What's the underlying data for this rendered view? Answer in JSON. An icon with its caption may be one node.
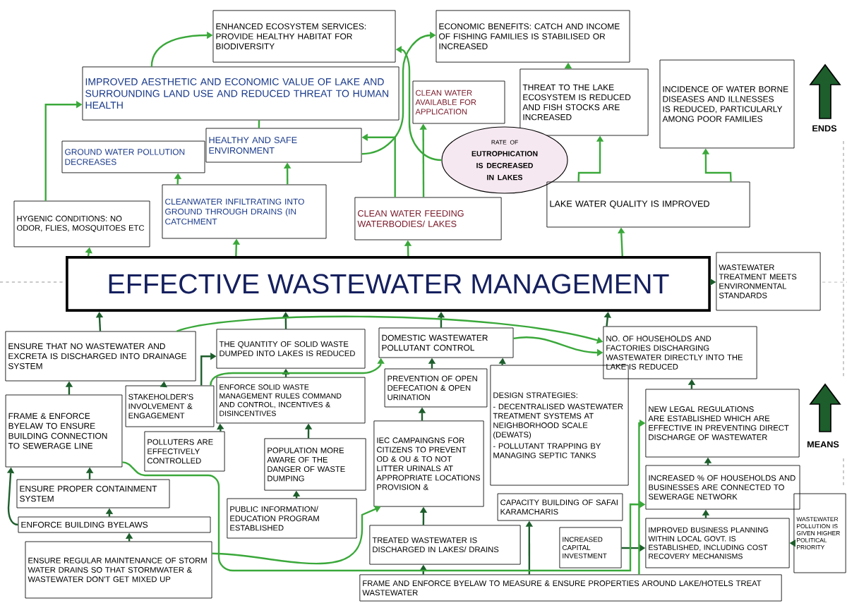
{
  "diagram": {
    "nodes": [
      {
        "text": [
          "ENHANCED ECOSYSTEM SERVICES: PROVIDE HEALTHY HABITAT FOR BIODIVERSITY"
        ]
      },
      {
        "text": [
          "ECONOMIC BENEFITS: CATCH AND INCOME OF FISHING FAMILIES IS STABILISED OR INCREASED"
        ]
      },
      {
        "text": [
          "IMPROVED AESTHETIC AND ECONOMIC VALUE OF LAKE AND SURROUNDING LAND USE AND REDUCED THREAT TO HUMAN HEALTH"
        ]
      },
      {
        "text": [
          "CLEAN WATER AVAILABLE FOR APPLICATION"
        ]
      },
      {
        "text": [
          "THREAT TO THE LAKE ECOSYSTEM IS REDUCED AND FISH STOCKS ARE INCREASED"
        ]
      },
      {
        "text": [
          "INCIDENCE OF WATER BORNE DISEASES AND ILLNESSES IS REDUCED, PARTICULARLY AMONG POOR FAMILIES"
        ]
      },
      {
        "text": [
          "GROUND WATER POLLUTION DECREASES"
        ]
      },
      {
        "text": [
          "HEALTHY AND SAFE ENVIRONMENT"
        ]
      },
      {
        "text": [
          "RATE OF",
          "EUTROPHICATION IS DECREASED IN LAKES"
        ]
      },
      {
        "text": [
          "HYGENIC CONDITIONS: NO ODOR, FLIES, MOSQUITOES ETC"
        ]
      },
      {
        "text": [
          "CLEANWATER INFILTRATING INTO GROUND THROUGH DRAINS (IN CATCHMENT"
        ]
      },
      {
        "text": [
          "CLEAN WATER FEEDING WATERBODIES/ LAKES"
        ]
      },
      {
        "text": [
          "LAKE WATER QUALITY IS IMPROVED"
        ]
      },
      {
        "text": [
          "EFFECTIVE WASTEWATER MANAGEMENT"
        ]
      },
      {
        "text": [
          "WASTEWATER TREATMENT MEETS ENVIRONMENTAL STANDARDS"
        ]
      },
      {
        "text": [
          "ENSURE THAT NO WASTEWATER AND EXCRETA IS DISCHARGED INTO DRAINAGE SYSTEM"
        ]
      },
      {
        "text": [
          "THE QUANTITY OF SOLID WASTE DUMPED INTO LAKES IS REDUCED"
        ]
      },
      {
        "text": [
          "DOMESTIC WASTEWATER POLLUTANT CONTROL"
        ]
      },
      {
        "text": [
          "NO. OF HOUSEHOLDS AND FACTORIES DISCHARGING WASTEWATER DIRECTLY INTO THE LAKE IS REDUCED"
        ]
      },
      {
        "text": [
          "FRAME & ENFORCE BYELAW TO ENSURE BUILDING CONNECTION TO SEWERAGE LINE"
        ]
      },
      {
        "text": [
          "STAKEHOLDER'S INVOLVEMENT & ENGAGEMENT"
        ]
      },
      {
        "text": [
          "ENFORCE SOLID WASTE MANAGEMENT RULES COMMAND AND CONTROL, INCENTIVES & DISINCENTIVES"
        ]
      },
      {
        "text": [
          "PREVENTION OF OPEN DEFECATION & OPEN URINATION"
        ]
      },
      {
        "text": [
          "DESIGN STRATEGIES:",
          "- DECENTRALISED WASTEWATER TREATMENT SYSTEMS AT NEIGHBORHOOD SCALE (DEWATS)",
          "- POLLUTANT TRAPPING BY MANAGING SEPTIC TANKS"
        ]
      },
      {
        "text": [
          "POLLUTERS ARE EFFECTIVELY CONTROLLED"
        ]
      },
      {
        "text": [
          "POPULATION MORE AWARE OF THE DANGER OF WASTE DUMPING"
        ]
      },
      {
        "text": [
          "IEC CAMPAINGNS FOR CITIZENS TO PREVENT OD & OU & TO NOT LITTER URINALS AT APPROPRIATE LOCATIONS PROVISION &"
        ]
      },
      {
        "text": [
          "NEW LEGAL REGULATIONS ARE ESTABLISHED WHICH ARE EFFECTIVE IN PREVENTING DIRECT DISCHARGE OF WASTEWATER"
        ]
      },
      {
        "text": [
          "ENSURE PROPER CONTAINMENT SYSTEM"
        ]
      },
      {
        "text": [
          "PUBLIC INFORMATION/ EDUCATION PROGRAM ESTABLISHED"
        ]
      },
      {
        "text": [
          "CAPACITY BUILDING OF SAFAI KARAMCHARIS"
        ]
      },
      {
        "text": [
          "INCREASED % OF HOUSEHOLDS AND BUSINESSES ARE CONNECTED TO SEWERAGE NETWORK"
        ]
      },
      {
        "text": [
          "ENFORCE BUILDING BYELAWS"
        ]
      },
      {
        "text": [
          "WASTEWATER POLLUTION IS GIVEN HIGHER POLITICAL PRIORITY"
        ]
      },
      {
        "text": [
          "ENSURE REGULAR MAINTENANCE OF STORM WATER DRAINS SO THAT STORMWATER & WASTEWATER DON'T GET MIXED UP"
        ]
      },
      {
        "text": [
          "TREATED WASTEWATER IS DISCHARGED IN LAKES/ DRAINS"
        ]
      },
      {
        "text": [
          "INCREASED CAPITAL INVESTMENT"
        ]
      },
      {
        "text": [
          "IMPROVED BUSINESS PLANNING WITHIN LOCAL GOVT. IS ESTABLISHED, INCLUDING COST RECOVERY MECHANISMS"
        ]
      },
      {
        "text": [
          "FRAME AND ENFORCE BYELAW TO MEASURE & ENSURE PROPERTIES AROUND LAKE/HOTELS TREAT WASTEWATER"
        ]
      }
    ],
    "edges": [
      {
        "from": 2,
        "to": 0,
        "arrow": "to",
        "color": "#3aa83a"
      },
      {
        "from": 9,
        "to": 2,
        "arrow": "to",
        "color": "#3aa83a"
      },
      {
        "from": 7,
        "to": 2,
        "arrow": "none",
        "color": "#3aa83a"
      },
      {
        "from": 10,
        "to": 6,
        "arrow": "to",
        "color": "#3aa83a"
      },
      {
        "from": 10,
        "to": 7,
        "arrow": "to",
        "color": "#3aa83a"
      },
      {
        "from": 11,
        "to": 7,
        "arrow": "to",
        "color": "#3aa83a"
      },
      {
        "from": 11,
        "to": 3,
        "arrow": "to",
        "color": "#3aa83a"
      },
      {
        "from": 7,
        "to": 1,
        "arrow": "to",
        "color": "#3aa83a"
      },
      {
        "from": 8,
        "to": 0,
        "arrow": "to",
        "color": "#3aa83a"
      },
      {
        "from": 4,
        "to": 1,
        "arrow": "to",
        "color": "#3aa83a"
      },
      {
        "from": 12,
        "to": 4,
        "arrow": "to",
        "color": "#3aa83a"
      },
      {
        "from": 12,
        "to": 5,
        "arrow": "to",
        "color": "#3aa83a"
      },
      {
        "from": 13,
        "to": 9,
        "arrow": "to",
        "color": "#3aa83a"
      },
      {
        "from": 13,
        "to": 10,
        "arrow": "to",
        "color": "#3aa83a"
      },
      {
        "from": 13,
        "to": 11,
        "arrow": "to",
        "color": "#3aa83a"
      },
      {
        "from": 13,
        "to": 12,
        "arrow": "to",
        "color": "#3aa83a"
      },
      {
        "from": 13,
        "to": 14,
        "arrow": "to"
      },
      {
        "from": 15,
        "to": 13,
        "arrow": "to"
      },
      {
        "from": 16,
        "to": 13,
        "arrow": "to"
      },
      {
        "from": 17,
        "to": 13,
        "arrow": "to"
      },
      {
        "from": 18,
        "to": 13,
        "arrow": "to"
      },
      {
        "from": 19,
        "to": 15,
        "arrow": "to"
      },
      {
        "from": 20,
        "to": 15,
        "arrow": "to"
      },
      {
        "from": 20,
        "to": 16,
        "arrow": "to"
      },
      {
        "from": 21,
        "to": 16,
        "arrow": "to"
      },
      {
        "from": 22,
        "to": 17,
        "arrow": "to"
      },
      {
        "from": 23,
        "to": 17,
        "arrow": "to"
      },
      {
        "from": 24,
        "to": 21,
        "arrow": "to"
      },
      {
        "from": 25,
        "to": 21,
        "arrow": "to"
      },
      {
        "from": 26,
        "to": 22,
        "arrow": "to"
      },
      {
        "from": 29,
        "to": 25,
        "arrow": "to"
      },
      {
        "from": 28,
        "to": 19,
        "arrow": "to"
      },
      {
        "from": 32,
        "to": 28,
        "arrow": "to"
      },
      {
        "from": 34,
        "to": 32,
        "arrow": "to"
      },
      {
        "from": 32,
        "to": 19,
        "arrow": "to"
      },
      {
        "from": 35,
        "to": 26,
        "arrow": "to"
      },
      {
        "from": 38,
        "to": 35,
        "arrow": "to"
      },
      {
        "from": 38,
        "to": 30,
        "arrow": "to"
      },
      {
        "from": 36,
        "to": 37,
        "arrow": "to"
      },
      {
        "from": 37,
        "to": 31,
        "arrow": "to"
      },
      {
        "from": 31,
        "to": 27,
        "arrow": "to"
      },
      {
        "from": 27,
        "to": 18,
        "arrow": "to"
      },
      {
        "from": 33,
        "to": 37,
        "arrow": "to"
      },
      {
        "from": 15,
        "to": 18,
        "arrow": "to",
        "color": "#3aa83a"
      },
      {
        "from": 17,
        "to": 18,
        "arrow": "to",
        "color": "#3aa83a"
      },
      {
        "from": 20,
        "to": 17,
        "arrow": "to",
        "color": "#3aa83a"
      },
      {
        "from": 19,
        "to": 31,
        "arrow": "to",
        "color": "#3aa83a"
      },
      {
        "from": 34,
        "to": 26,
        "arrow": "to",
        "color": "#3aa83a"
      },
      {
        "from": 38,
        "to": 27,
        "arrow": "to",
        "color": "#3aa83a"
      }
    ],
    "labels": [
      "ENDS",
      "MEANS"
    ]
  }
}
